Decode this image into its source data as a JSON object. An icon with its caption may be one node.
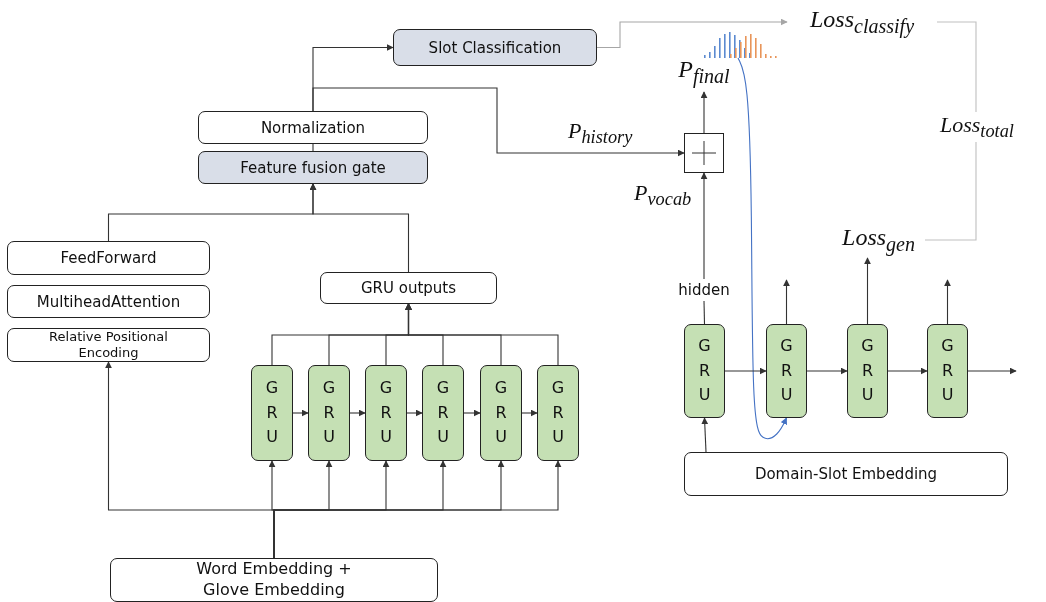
{
  "diagram": {
    "nodes": [
      {
        "text": [
          "Slot Classification"
        ]
      },
      {
        "text": [
          "Normalization"
        ]
      },
      {
        "text": [
          "Feature fusion gate"
        ]
      },
      {
        "text": [
          "FeedForward"
        ]
      },
      {
        "text": [
          "MultiheadAttention"
        ]
      },
      {
        "text": [
          "Relative Positional Encoding"
        ]
      },
      {
        "text": [
          "GRU outputs"
        ]
      },
      {
        "text": [
          "GRU"
        ]
      },
      {
        "text": [
          "GRU"
        ]
      },
      {
        "text": [
          "GRU"
        ]
      },
      {
        "text": [
          "GRU"
        ]
      },
      {
        "text": [
          "GRU"
        ]
      },
      {
        "text": [
          "GRU"
        ]
      },
      {
        "text": [
          "Word Embedding + Glove Embedding"
        ]
      },
      {
        "text": [
          "Loss$_{classify}$"
        ]
      },
      {
        "text": [],
        "shape": "picture"
      },
      {
        "text": [
          "P$_{final}$"
        ]
      },
      {
        "text": [],
        "shape": "box"
      },
      {
        "text": [
          "hidden"
        ]
      },
      {
        "text": [
          "Loss$_{gen}$"
        ]
      },
      {
        "text": [
          "GRU"
        ]
      },
      {
        "text": [
          "GRU"
        ]
      },
      {
        "text": [
          "GRU"
        ]
      },
      {
        "text": [
          "GRU"
        ]
      },
      {
        "text": [
          "Domain-Slot Embedding"
        ]
      }
    ],
    "edges": [
      {
        "from": 1,
        "to": 0,
        "arrow": "to"
      },
      {
        "from": 1,
        "to": 17,
        "arrow": "to",
        "label": "P$_{history}$"
      },
      {
        "from": 2,
        "to": 1,
        "arrow": "none"
      },
      {
        "from": 3,
        "to": 2,
        "arrow": "to"
      },
      {
        "from": 6,
        "to": 2,
        "arrow": "to"
      },
      {
        "from": 7,
        "to": 6,
        "arrow": "to"
      },
      {
        "from": 8,
        "to": 6,
        "arrow": "to"
      },
      {
        "from": 9,
        "to": 6,
        "arrow": "to"
      },
      {
        "from": 10,
        "to": 6,
        "arrow": "to"
      },
      {
        "from": 11,
        "to": 6,
        "arrow": "to"
      },
      {
        "from": 12,
        "to": 6,
        "arrow": "to"
      },
      {
        "from": 7,
        "to": 8,
        "arrow": "to"
      },
      {
        "from": 8,
        "to": 9,
        "arrow": "to"
      },
      {
        "from": 9,
        "to": 10,
        "arrow": "to"
      },
      {
        "from": 10,
        "to": 11,
        "arrow": "to"
      },
      {
        "from": 11,
        "to": 12,
        "arrow": "to"
      },
      {
        "from": 13,
        "to": 7,
        "arrow": "to"
      },
      {
        "from": 13,
        "to": 8,
        "arrow": "to"
      },
      {
        "from": 13,
        "to": 9,
        "arrow": "to"
      },
      {
        "from": 13,
        "to": 10,
        "arrow": "to"
      },
      {
        "from": 13,
        "to": 11,
        "arrow": "to"
      },
      {
        "from": 13,
        "to": 12,
        "arrow": "to"
      },
      {
        "from": 13,
        "to": 5,
        "arrow": "to"
      },
      {
        "from": 0,
        "to": 14,
        "arrow": "to",
        "color": "#a6a6a6"
      },
      {
        "from": 14,
        "to": 19,
        "arrow": "none",
        "color": "#bfbfbf",
        "label": "Loss$_{total}$"
      },
      {
        "from": 20,
        "to": 18,
        "arrow": "none"
      },
      {
        "from": 18,
        "to": 17,
        "arrow": "to",
        "label": "P$_{vocab}$"
      },
      {
        "from": 17,
        "to": 16,
        "arrow": "to"
      },
      {
        "from": 15,
        "to": 21,
        "arrow": "to",
        "color": "#4472c4"
      },
      {
        "from": 20,
        "to": 21,
        "arrow": "to"
      },
      {
        "from": 21,
        "to": 22,
        "arrow": "to"
      },
      {
        "from": 22,
        "to": 23,
        "arrow": "to"
      },
      {
        "from": 23,
        "to": null,
        "arrow": "to"
      },
      {
        "from": 21,
        "to": null,
        "arrow": "to"
      },
      {
        "from": 22,
        "to": 19,
        "arrow": "to"
      },
      {
        "from": 23,
        "to": null,
        "arrow": "to"
      },
      {
        "from": 24,
        "to": 20,
        "arrow": "to"
      }
    ]
  }
}
